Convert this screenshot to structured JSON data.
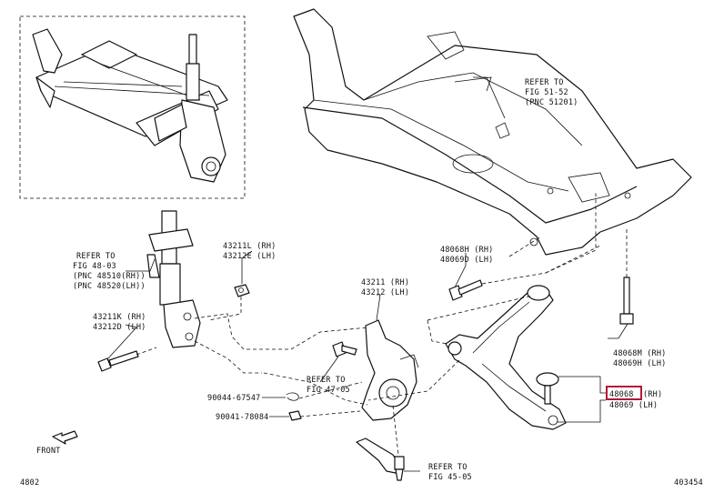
{
  "labels": {
    "refer_fig_51_52": [
      "REFER TO",
      "FIG 51-52",
      "(PNC 51201)"
    ],
    "refer_fig_48_03": [
      "REFER TO",
      "FIG 48-03",
      "(PNC 48510(RH))",
      "(PNC 48520(LH))"
    ],
    "p43211L": [
      "43211L (RH)",
      "43212E (LH)"
    ],
    "p43211": [
      "43211 (RH)",
      "43212 (LH)"
    ],
    "p43211K": [
      "43211K (RH)",
      "43212D (LH)"
    ],
    "p48068H": [
      "48068H (RH)",
      "48069D (LH)"
    ],
    "p48068M": [
      "48068M (RH)",
      "48069H (LH)"
    ],
    "p48068_code": "48068",
    "p48068_rh": "(RH)",
    "p48068_lh": "48069 (LH)",
    "refer_fig_47_05": [
      "REFER TO",
      "FIG 47-05"
    ],
    "p90044": "90044-67547",
    "p90041": "90041-78084",
    "refer_fig_45_05": [
      "REFER TO",
      "FIG 45-05"
    ],
    "front": "FRONT",
    "fig_number": "4802",
    "diagram_id": "403454"
  },
  "colors": {
    "line": "#111111",
    "highlight": "#b0183a",
    "background": "#ffffff"
  }
}
